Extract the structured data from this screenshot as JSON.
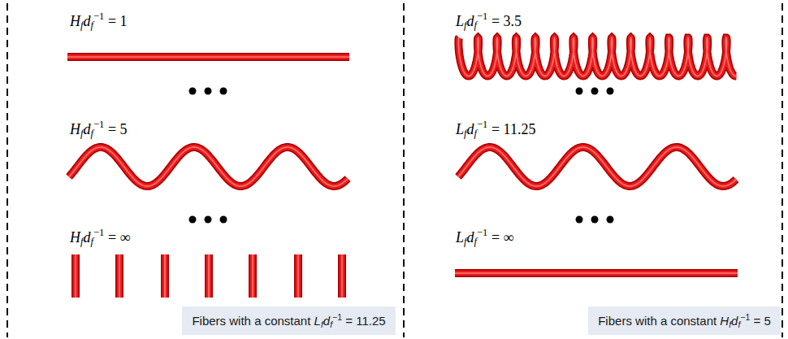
{
  "diagram": {
    "nodes": [
      {
        "text": [
          "Fibers with a constant Lfdf−1 = 11.25"
        ]
      },
      {
        "text": [
          "Fibers with a constant Hfdf−1 = 5"
        ]
      }
    ],
    "labels": [
      "Hfdf−1 = 1",
      "Hfdf−1 = 5",
      "Hfdf−1 = ∞",
      "Lfdf−1 = 3.5",
      "Lfdf−1 = 11.25",
      "Lfdf−1 = ∞"
    ]
  }
}
